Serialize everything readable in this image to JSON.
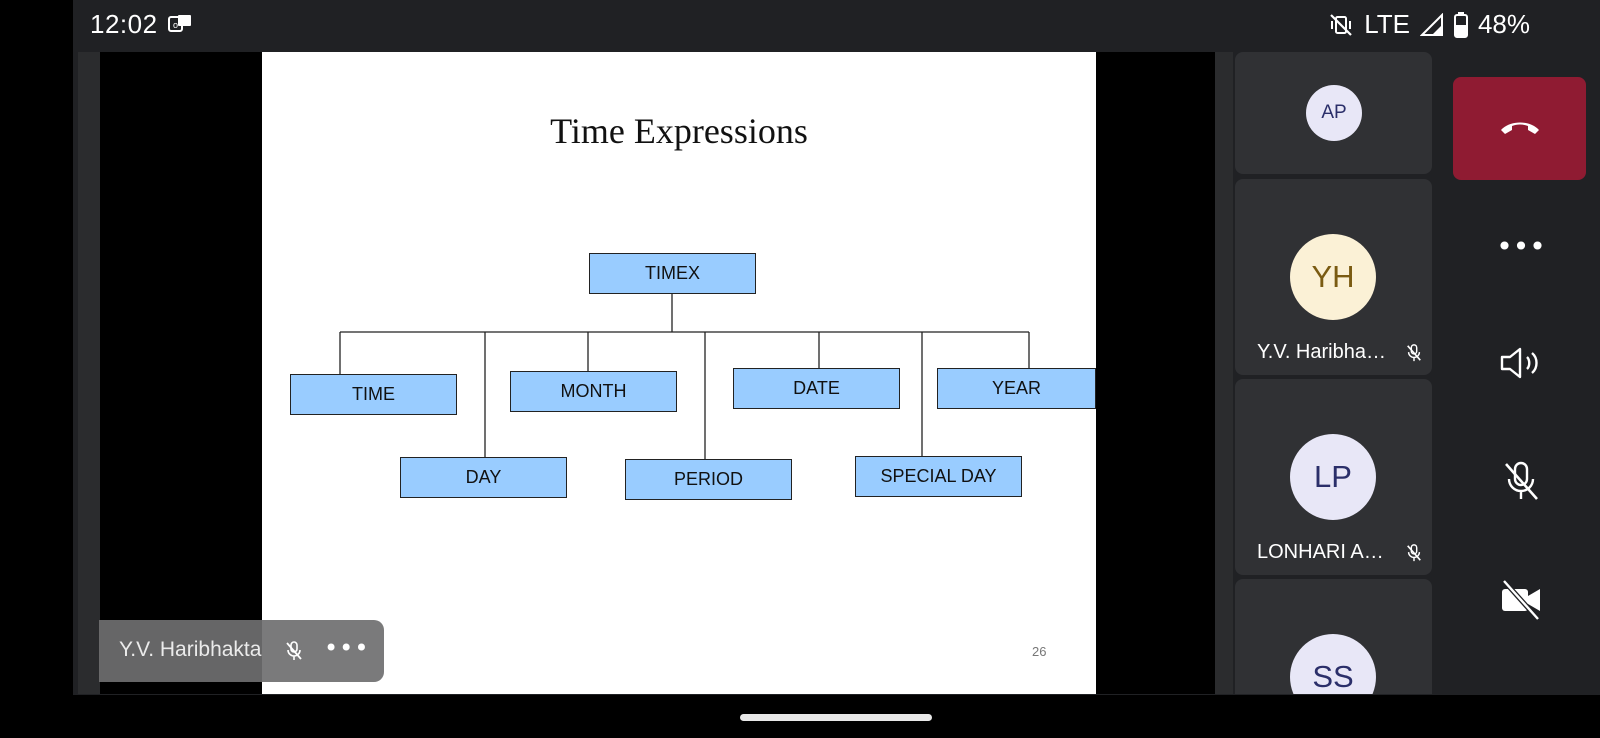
{
  "status_bar": {
    "time": "12:02",
    "network": "LTE",
    "battery": "48%",
    "icons": [
      "notification-icon",
      "vibrate-off-icon",
      "signal-icon",
      "battery-icon"
    ]
  },
  "slide": {
    "title": "Time Expressions",
    "page_number": "26",
    "diagram": {
      "root": "TIMEX",
      "row1": [
        "TIME",
        "MONTH",
        "DATE",
        "YEAR"
      ],
      "row2": [
        "DAY",
        "PERIOD",
        "SPECIAL DAY"
      ]
    }
  },
  "active_speaker": {
    "name": "Y.V. Haribhakta",
    "more": "•••"
  },
  "participants": [
    {
      "initials": "AP",
      "name": "",
      "muted": false,
      "avatar_bg": "#e8e7f7",
      "avatar_fg": "#2b2f6a"
    },
    {
      "initials": "YH",
      "name": "Y.V. Haribha…",
      "muted": true,
      "avatar_bg": "#fbf1d6",
      "avatar_fg": "#7a5b12"
    },
    {
      "initials": "LP",
      "name": "LONHARI A…",
      "muted": true,
      "avatar_bg": "#e8e7f7",
      "avatar_fg": "#2b2f6a"
    },
    {
      "initials": "SS",
      "name": "",
      "muted": false,
      "avatar_bg": "#e8e7f7",
      "avatar_fg": "#2b2f6a"
    }
  ],
  "controls": {
    "end_call_color": "#8f1b32",
    "more": "•••",
    "items": [
      "end-call-icon",
      "more-options-icon",
      "speaker-icon",
      "mic-off-icon",
      "camera-off-icon"
    ]
  }
}
